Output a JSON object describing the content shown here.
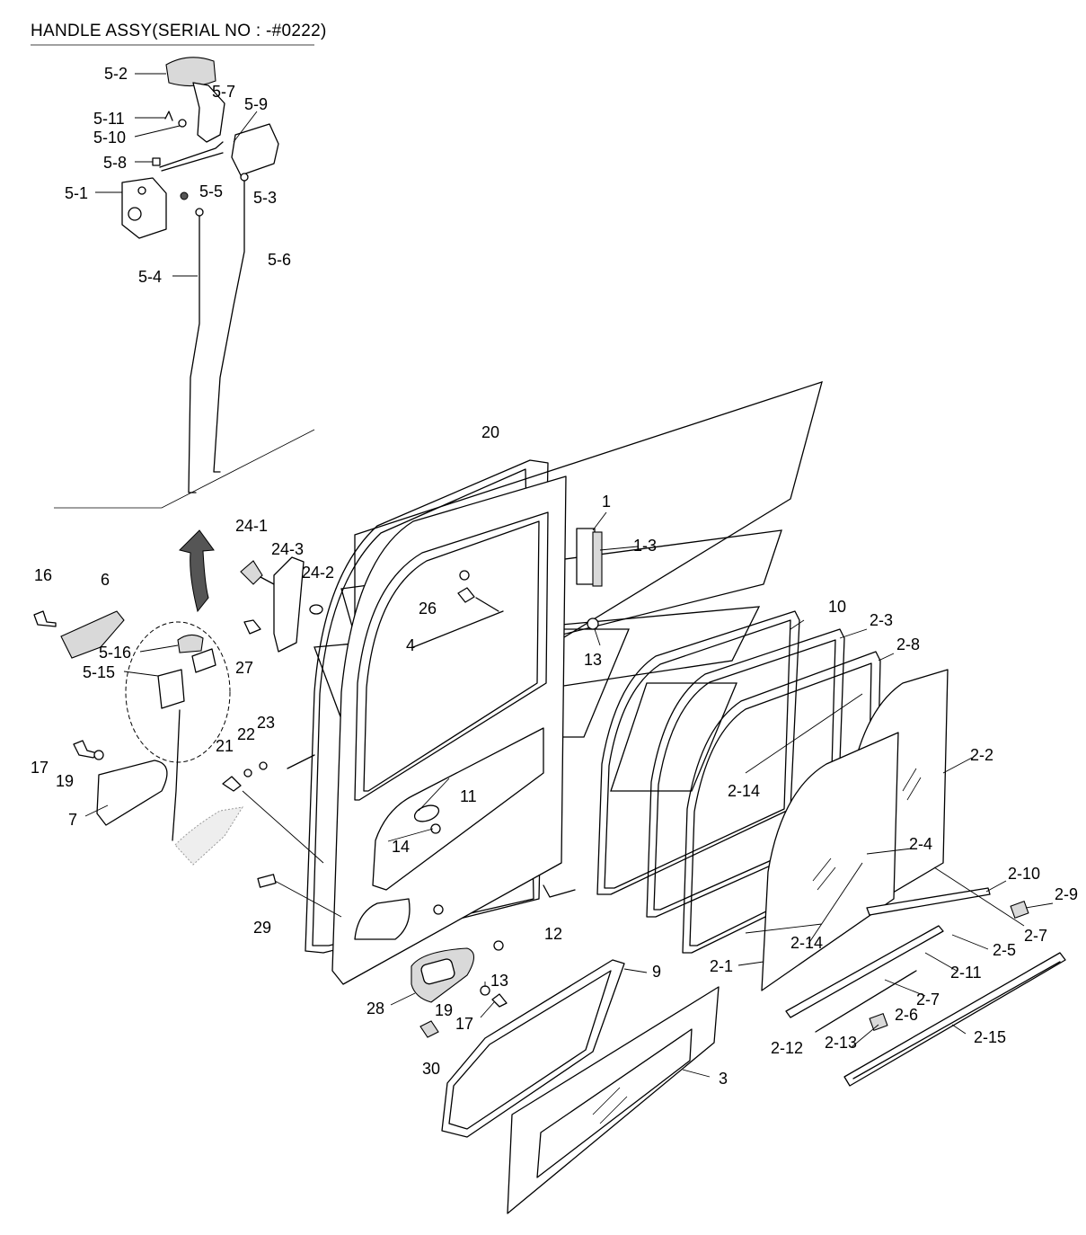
{
  "title": "HANDLE ASSY(SERIAL NO : -#0222)",
  "callouts": [
    "5-2",
    "5-7",
    "5-9",
    "5-11",
    "5-10",
    "5-8",
    "5-1",
    "5-5",
    "5-3",
    "5-4",
    "5-6",
    "20",
    "1",
    "1-3",
    "24-1",
    "24-3",
    "24-2",
    "26",
    "16",
    "6",
    "5-16",
    "5-15",
    "27",
    "4",
    "13",
    "10",
    "2-3",
    "2-8",
    "23",
    "22",
    "21",
    "17",
    "19",
    "7",
    "11",
    "14",
    "2-14",
    "2-2",
    "2-4",
    "2-10",
    "2-9",
    "2-7",
    "29",
    "12",
    "2-14",
    "2-1",
    "2-5",
    "2-11",
    "9",
    "28",
    "19",
    "13",
    "17",
    "2-7",
    "2-6",
    "2-12",
    "2-13",
    "2-15",
    "30",
    "3"
  ]
}
